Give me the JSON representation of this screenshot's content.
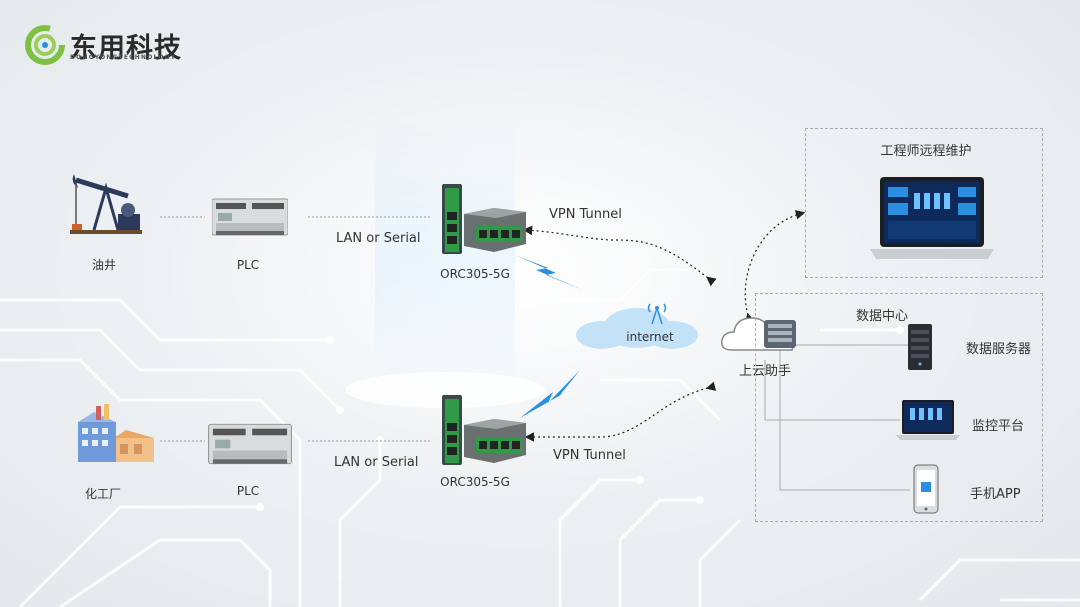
{
  "logo": {
    "name": "东用科技",
    "subtitle": "DONGYONGTECHNOLOGY"
  },
  "sites": [
    {
      "name": "油井",
      "plc": "PLC",
      "link": "LAN or Serial",
      "router": "ORC305-5G",
      "tunnel": "VPN Tunnel"
    },
    {
      "name": "化工厂",
      "plc": "PLC",
      "link": "LAN or Serial",
      "router": "ORC305-5G",
      "tunnel": "VPN Tunnel"
    }
  ],
  "internet": {
    "label": "internet"
  },
  "cloud": {
    "label": "上云助手"
  },
  "engineer": {
    "title": "工程师远程维护"
  },
  "datacenter": {
    "title": "数据中心",
    "items": [
      {
        "label": "数据服务器",
        "icon": "server-icon"
      },
      {
        "label": "监控平台",
        "icon": "laptop-icon"
      },
      {
        "label": "手机APP",
        "icon": "phone-icon"
      }
    ]
  },
  "colors": {
    "accent": "#2a8fe0",
    "logo_green": "#7cc142",
    "router_green": "#2f9a48"
  }
}
